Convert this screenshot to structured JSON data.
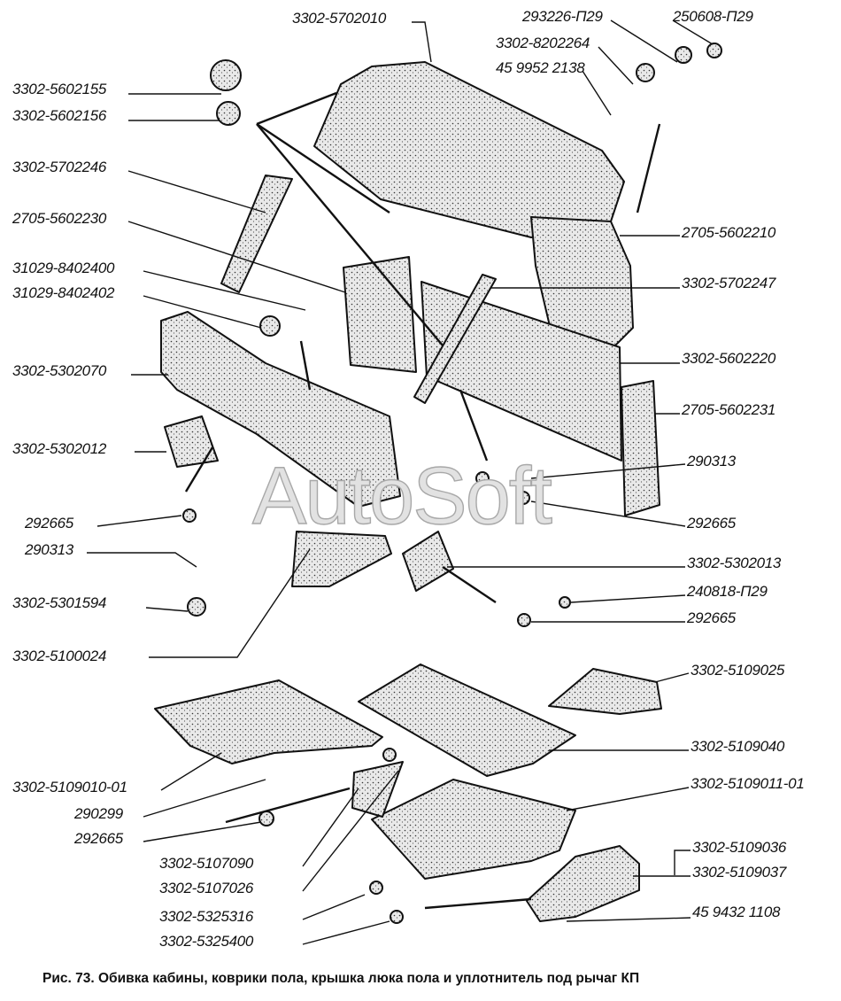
{
  "figure": {
    "caption": "Рис. 73. Обивка кабины, коврики пола, крышка люка пола и уплотнитель под рычаг КП",
    "watermark": "AutoSoft"
  },
  "labels": [
    "3302-5702010",
    "293226-П29",
    "250608-П29",
    "3302-8202264",
    "45 9952 2138",
    "3302-5602155",
    "3302-5602156",
    "3302-5702246",
    "2705-5602230",
    "31029-8402400",
    "31029-8402402",
    "3302-5302070",
    "3302-5302012",
    "292665",
    "290313",
    "3302-5301594",
    "3302-5100024",
    "3302-5109010-01",
    "290299",
    "292665",
    "3302-5107090",
    "3302-5107026",
    "3302-5325316",
    "3302-5325400",
    "2705-5602210",
    "3302-5702247",
    "3302-5602220",
    "2705-5602231",
    "290313",
    "292665",
    "3302-5302013",
    "240818-П29",
    "292665",
    "3302-5109025",
    "3302-5109040",
    "3302-5109011-01",
    "3302-5109036",
    "3302-5109037",
    "45 9432 1108"
  ],
  "colors": {
    "ink": "#111111",
    "paper": "#ffffff",
    "stipple": "#cfcfcf"
  }
}
